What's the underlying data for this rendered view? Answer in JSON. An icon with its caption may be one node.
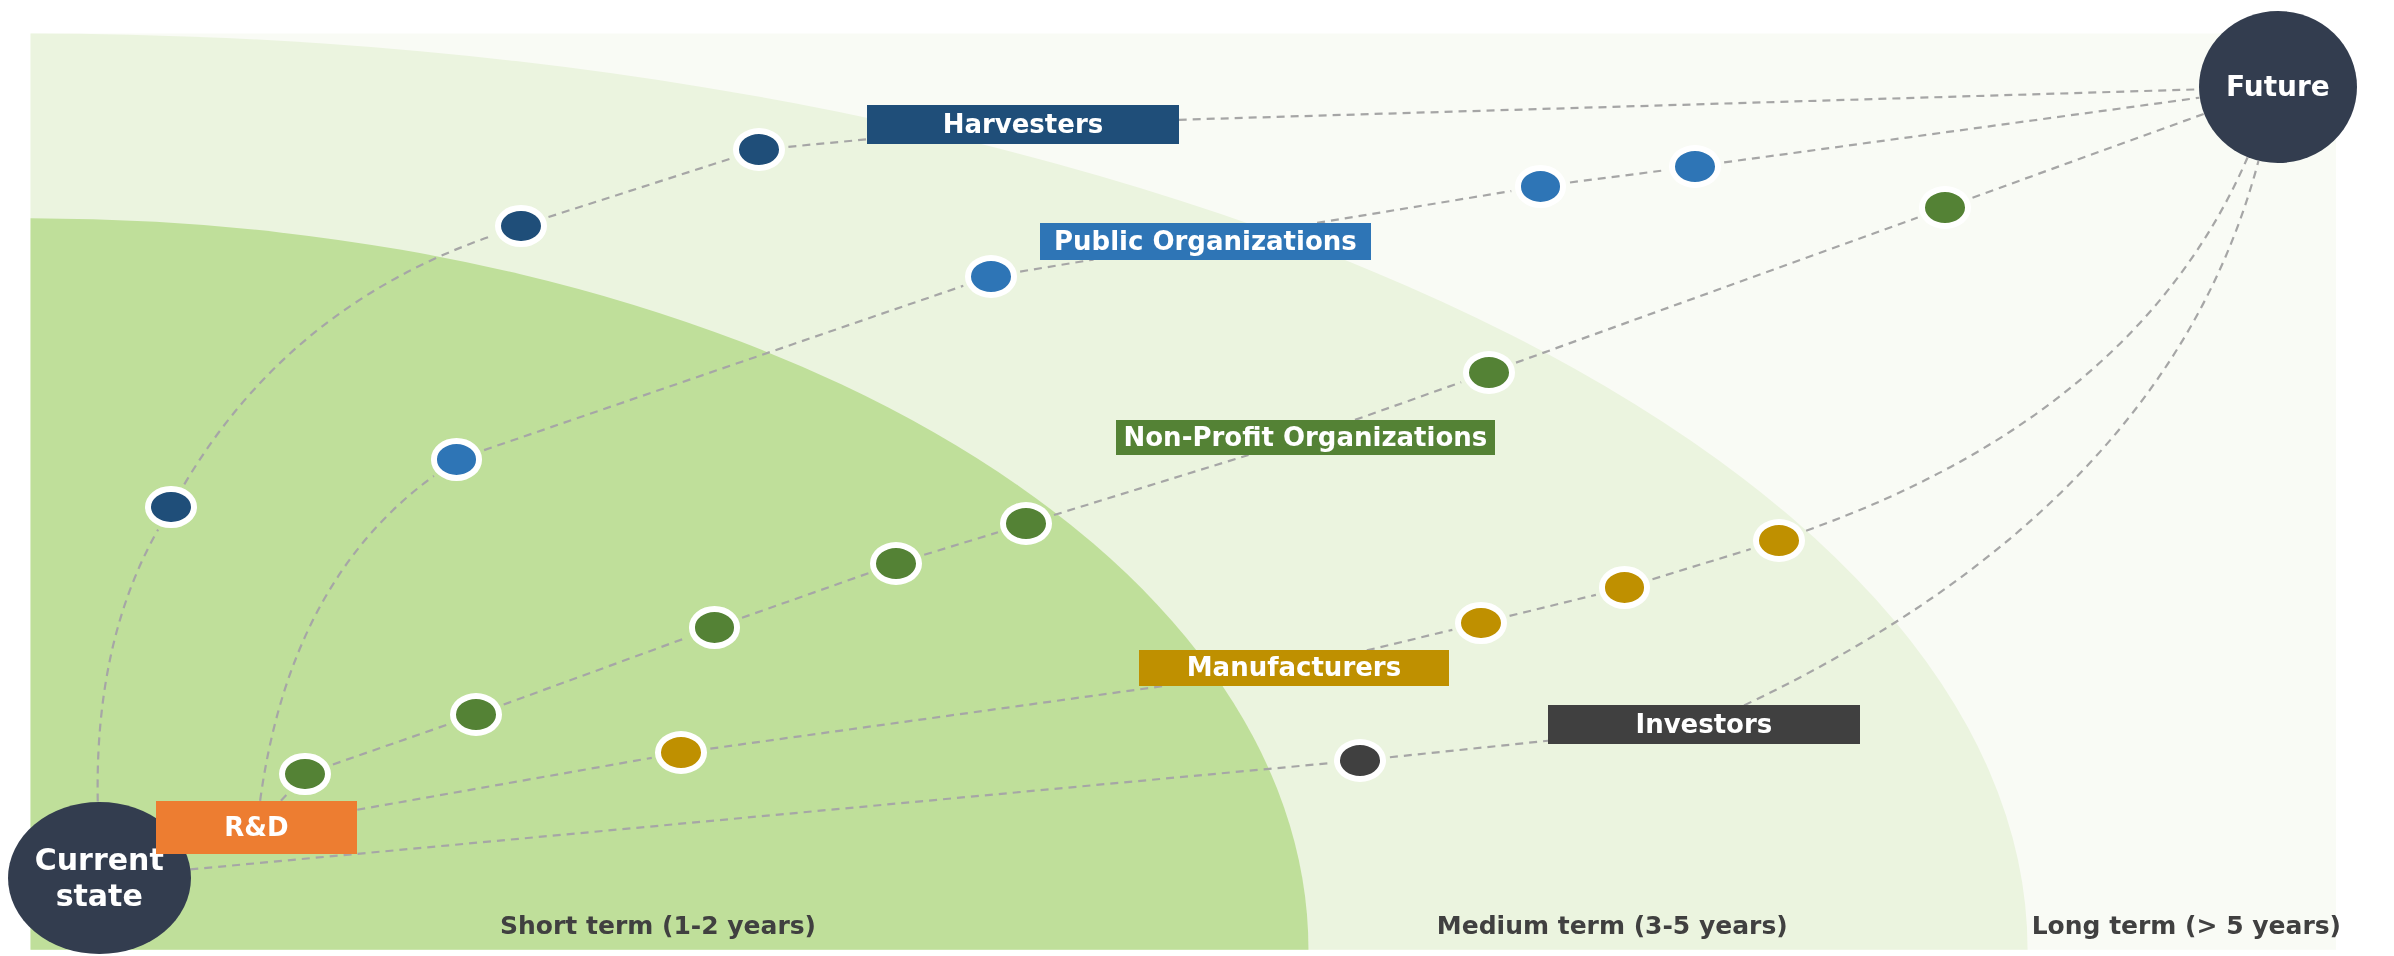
{
  "diagram": {
    "nodes": [
      {
        "text": [
          "Current state"
        ]
      },
      {
        "text": [
          "Future"
        ]
      },
      {
        "text": [
          "R&D"
        ]
      },
      {
        "text": [
          "Harvesters"
        ]
      },
      {
        "text": [
          "Public Organizations"
        ]
      },
      {
        "text": [
          "Non-Profit Organizations"
        ]
      },
      {
        "text": [
          "Manufacturers"
        ]
      },
      {
        "text": [
          "Investors"
        ]
      },
      {
        "text": [],
        "shape": "circle"
      },
      {
        "text": [],
        "shape": "circle"
      },
      {
        "text": [],
        "shape": "circle"
      },
      {
        "text": [],
        "shape": "circle"
      },
      {
        "text": [],
        "shape": "circle"
      },
      {
        "text": [],
        "shape": "circle"
      },
      {
        "text": [],
        "shape": "circle"
      },
      {
        "text": [],
        "shape": "circle"
      },
      {
        "text": [],
        "shape": "circle"
      },
      {
        "text": [],
        "shape": "circle"
      },
      {
        "text": [],
        "shape": "circle"
      },
      {
        "text": [],
        "shape": "circle"
      },
      {
        "text": [],
        "shape": "circle"
      },
      {
        "text": [],
        "shape": "circle"
      },
      {
        "text": [],
        "shape": "circle"
      },
      {
        "text": [],
        "shape": "circle"
      },
      {
        "text": [],
        "shape": "circle"
      },
      {
        "text": [],
        "shape": "circle"
      },
      {
        "text": [],
        "shape": "circle"
      }
    ],
    "edges": [
      {
        "from": 0,
        "to": 8,
        "arrow": "none"
      },
      {
        "from": 8,
        "to": 12,
        "arrow": "none"
      },
      {
        "from": 12,
        "to": 15,
        "arrow": "none"
      },
      {
        "from": 15,
        "to": 3,
        "arrow": "none"
      },
      {
        "from": 3,
        "to": 1,
        "arrow": "none"
      },
      {
        "from": 2,
        "to": 10,
        "arrow": "none"
      },
      {
        "from": 10,
        "to": 17,
        "arrow": "none"
      },
      {
        "from": 17,
        "to": 4,
        "arrow": "none"
      },
      {
        "from": 4,
        "to": 22,
        "arrow": "none"
      },
      {
        "from": 22,
        "to": 24,
        "arrow": "none"
      },
      {
        "from": 24,
        "to": 1,
        "arrow": "none"
      },
      {
        "from": 2,
        "to": 9,
        "arrow": "none"
      },
      {
        "from": 9,
        "to": 11,
        "arrow": "none"
      },
      {
        "from": 11,
        "to": 14,
        "arrow": "none"
      },
      {
        "from": 14,
        "to": 16,
        "arrow": "none"
      },
      {
        "from": 16,
        "to": 18,
        "arrow": "none"
      },
      {
        "from": 18,
        "to": 5,
        "arrow": "none"
      },
      {
        "from": 5,
        "to": 21,
        "arrow": "none"
      },
      {
        "from": 21,
        "to": 26,
        "arrow": "none"
      },
      {
        "from": 26,
        "to": 1,
        "arrow": "none"
      },
      {
        "from": 2,
        "to": 13,
        "arrow": "none"
      },
      {
        "from": 13,
        "to": 6,
        "arrow": "none"
      },
      {
        "from": 6,
        "to": 20,
        "arrow": "none"
      },
      {
        "from": 20,
        "to": 23,
        "arrow": "none"
      },
      {
        "from": 23,
        "to": 25,
        "arrow": "none"
      },
      {
        "from": 25,
        "to": 1,
        "arrow": "none"
      },
      {
        "from": 0,
        "to": 19,
        "arrow": "none"
      },
      {
        "from": 19,
        "to": 7,
        "arrow": "none"
      },
      {
        "from": 7,
        "to": 1,
        "arrow": "none"
      }
    ],
    "labels": [
      "Short term (1-2 years)",
      "Medium term (3-5 years)",
      "Long term (> 5 years)"
    ]
  }
}
